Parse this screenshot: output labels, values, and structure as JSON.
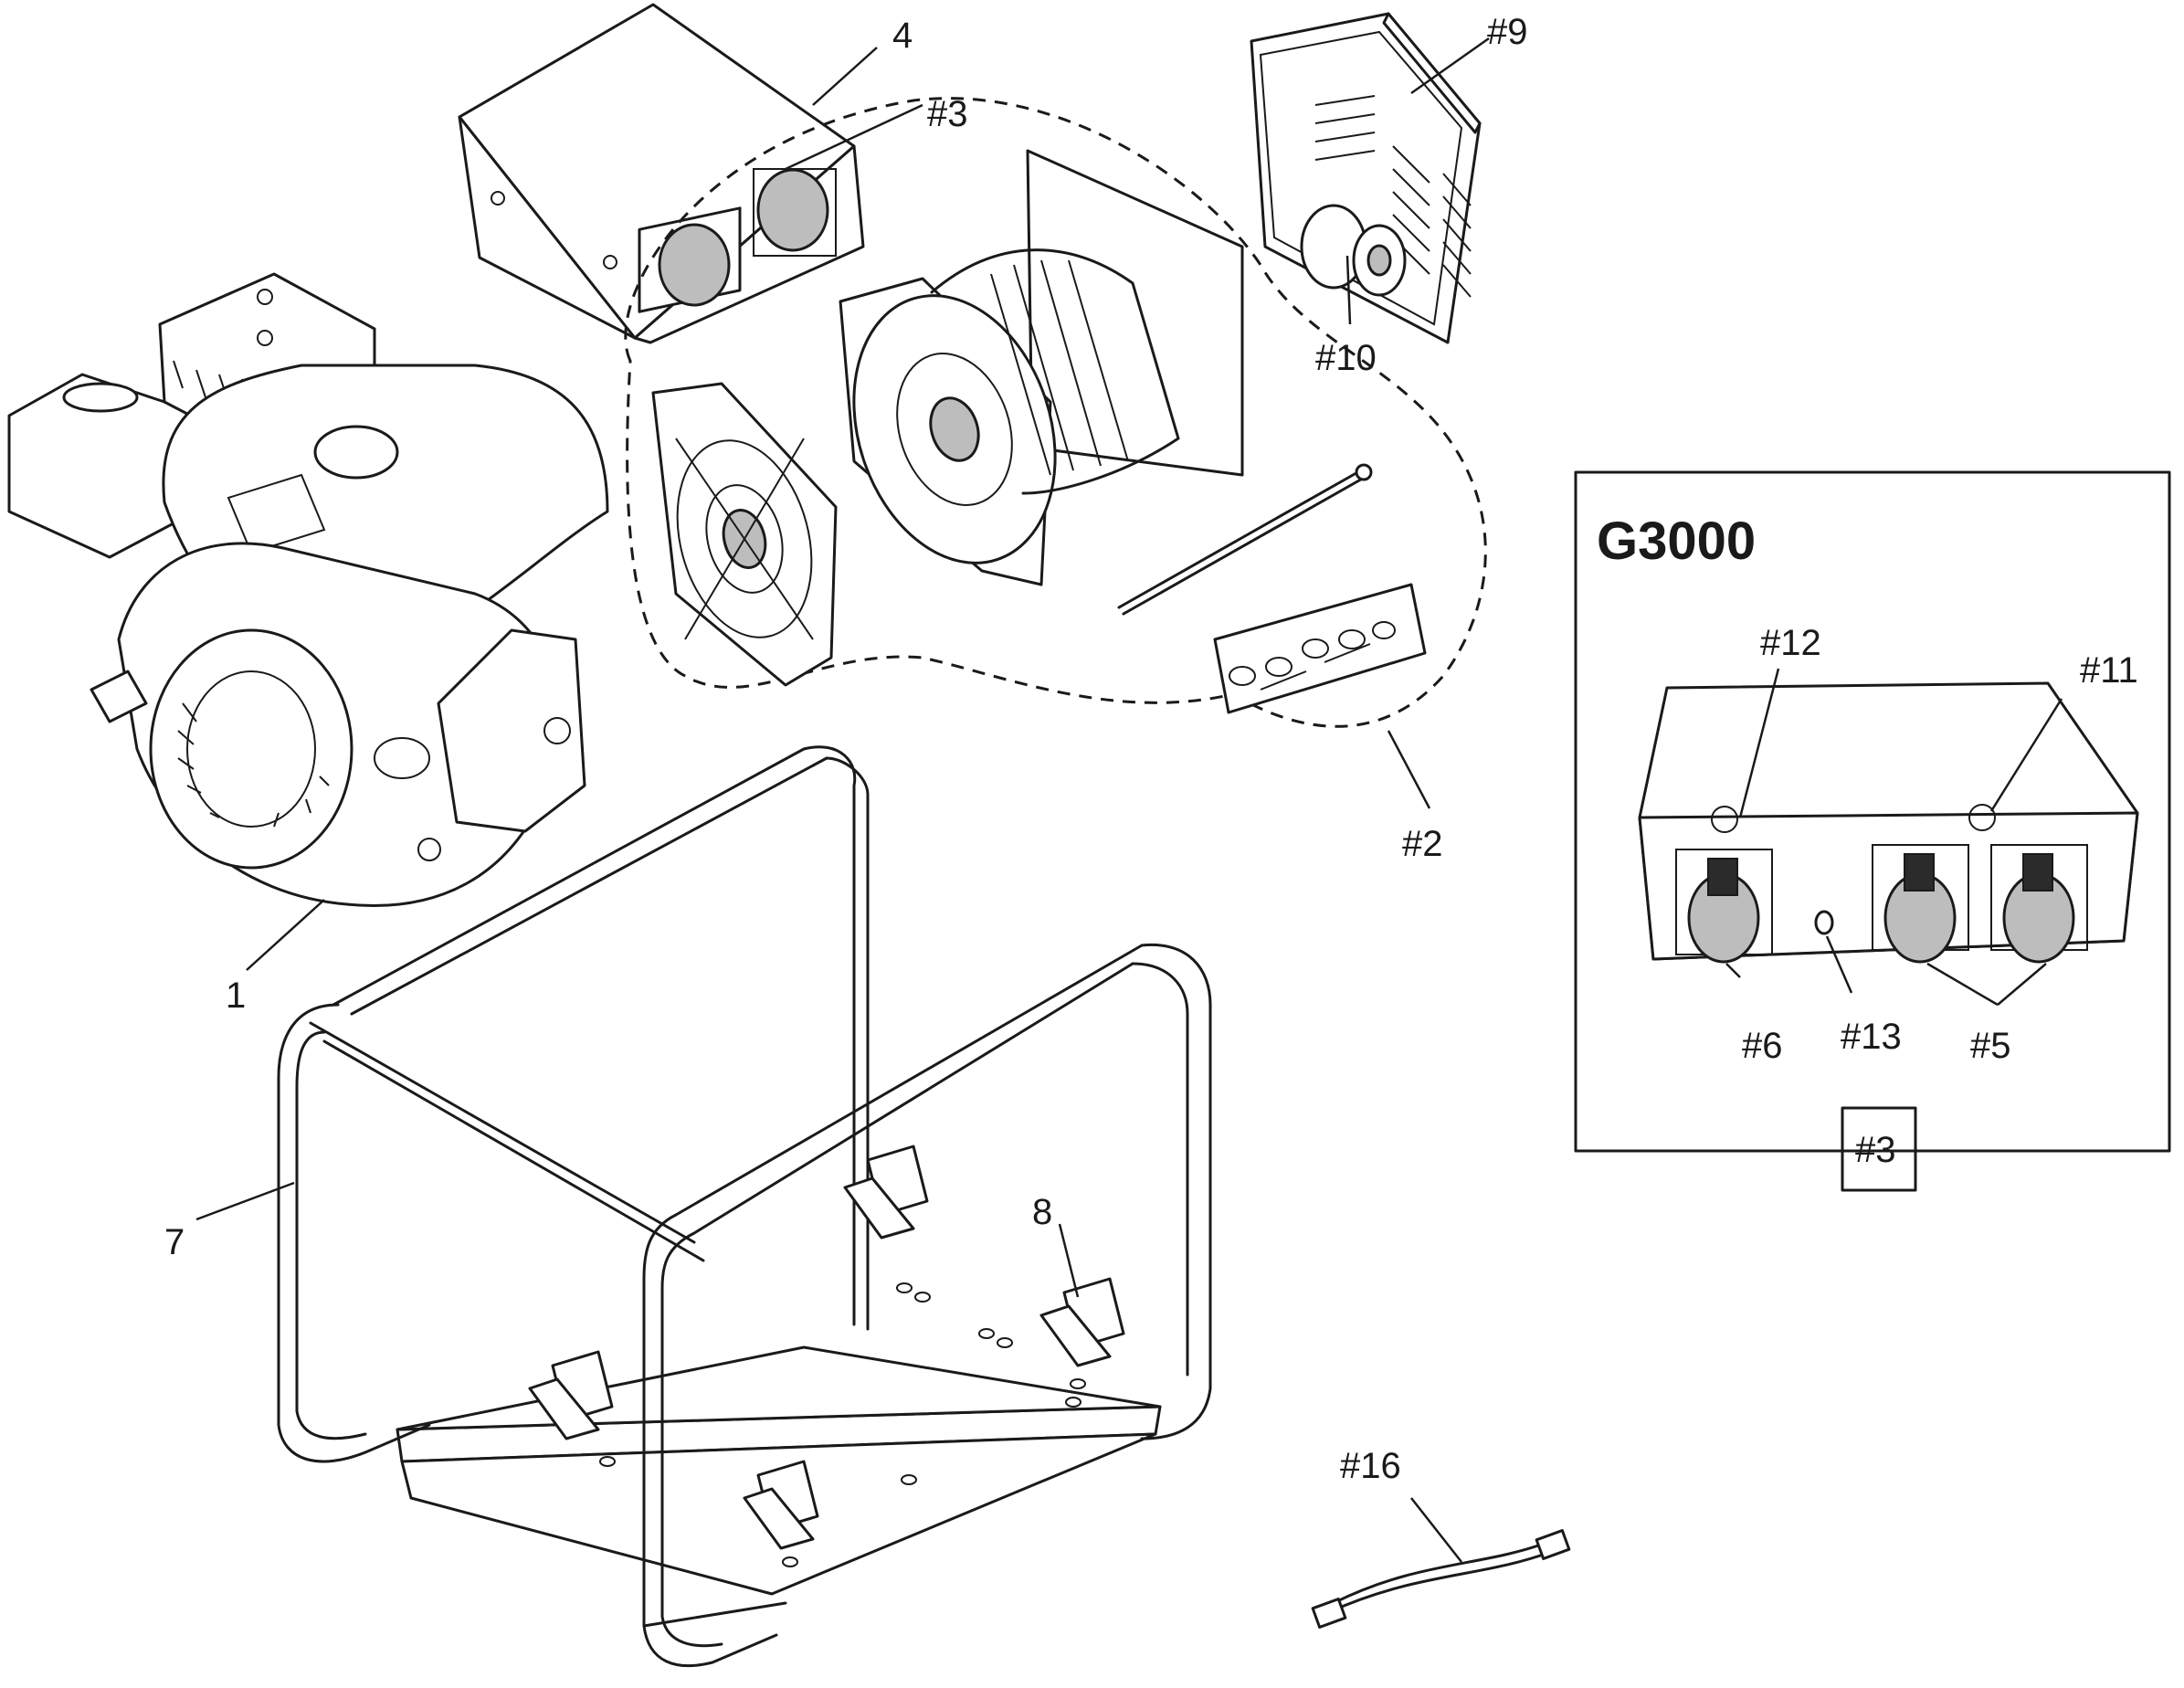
{
  "callouts": {
    "c1": "1",
    "c2": "#2",
    "c3": "#3",
    "c4": "4",
    "c5": "#5",
    "c6": "#6",
    "c7": "7",
    "c8": "8",
    "c9": "#9",
    "c10": "#10",
    "c11": "#11",
    "c12": "#12",
    "c13": "#13",
    "c16": "#16"
  },
  "inset": {
    "title": "G3000",
    "tag": "#3"
  }
}
